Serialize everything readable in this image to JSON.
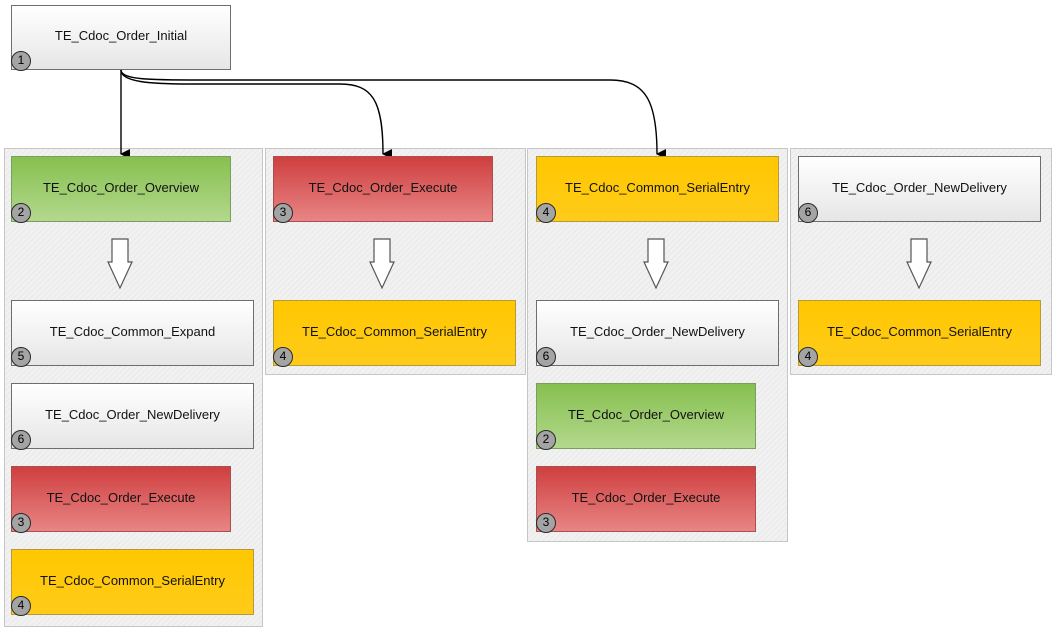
{
  "root": {
    "label": "TE_Cdoc_Order_Initial",
    "step": "1"
  },
  "columns": [
    {
      "head": {
        "label": "TE_Cdoc_Order_Overview",
        "step": "2",
        "color": "green"
      },
      "next": {
        "label": "TE_Cdoc_Common_Expand",
        "step": "5",
        "color": "white"
      },
      "more": [
        {
          "label": "TE_Cdoc_Order_NewDelivery",
          "step": "6",
          "color": "white"
        },
        {
          "label": "TE_Cdoc_Order_Execute",
          "step": "3",
          "color": "red"
        },
        {
          "label": "TE_Cdoc_Common_SerialEntry",
          "step": "4",
          "color": "yellow"
        }
      ]
    },
    {
      "head": {
        "label": "TE_Cdoc_Order_Execute",
        "step": "3",
        "color": "red"
      },
      "next": {
        "label": "TE_Cdoc_Common_SerialEntry",
        "step": "4",
        "color": "yellow"
      }
    },
    {
      "head": {
        "label": "TE_Cdoc_Common_SerialEntry",
        "step": "4",
        "color": "yellow"
      },
      "next": {
        "label": "TE_Cdoc_Order_NewDelivery",
        "step": "6",
        "color": "white"
      },
      "more": [
        {
          "label": "TE_Cdoc_Order_Overview",
          "step": "2",
          "color": "green"
        },
        {
          "label": "TE_Cdoc_Order_Execute",
          "step": "3",
          "color": "red"
        }
      ]
    },
    {
      "head": {
        "label": "TE_Cdoc_Order_NewDelivery",
        "step": "6",
        "color": "white"
      },
      "next": {
        "label": "TE_Cdoc_Common_SerialEntry",
        "step": "4",
        "color": "yellow"
      }
    }
  ],
  "colors": {
    "white": "#f3f3f3",
    "green": "#9dcc6e",
    "red": "#dc5f5f",
    "yellow": "#ffc800"
  }
}
